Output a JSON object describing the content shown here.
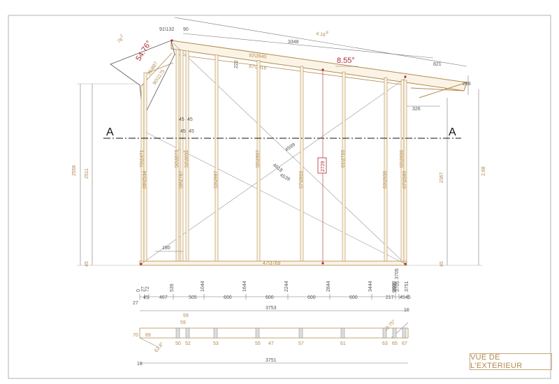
{
  "view_label": "VUE DE L'EXTERIEUR",
  "section_marker": "A",
  "roof": {
    "top_length": "4.16",
    "top_length_sup": "9",
    "overhang_left": "90",
    "run": "3348",
    "overhang_right": "821",
    "rafter_spec": "92\\3940",
    "lower_rafter_spec": "87\\3916",
    "angle": "8.55°",
    "height_left": "222",
    "fascia_height": "268",
    "fascia_inset": "326"
  },
  "gable": {
    "tip_dim": "76",
    "tip_sup": "2",
    "angle": "54.76°",
    "tip_spec": "91\\132",
    "piece_a": "95\\887",
    "piece_b": "90\\1175"
  },
  "studs": [
    {
      "name": "stud-70",
      "spec": "70\\2471"
    },
    {
      "name": "stud-69",
      "spec": "69\\2534"
    },
    {
      "name": "stud-50",
      "spec": "50\\3073"
    },
    {
      "name": "stud-59",
      "spec": "59\\2787"
    },
    {
      "name": "stud-52",
      "spec": "52\\3052"
    },
    {
      "name": "stud-53",
      "spec": "53\\2997"
    },
    {
      "name": "stud-55",
      "spec": "55\\2907"
    },
    {
      "name": "stud-57",
      "spec": "57\\2816"
    },
    {
      "name": "stud-61",
      "spec": "61\\2726"
    },
    {
      "name": "stud-63",
      "spec": "63\\2636"
    },
    {
      "name": "stud-65",
      "spec": "65\\2606"
    },
    {
      "name": "stud-67",
      "spec": "67\\2595"
    }
  ],
  "diagonals": [
    "4599",
    "4618",
    "4539"
  ],
  "center_mark": "2729",
  "header_small": [
    "45",
    "45",
    "45",
    "45"
  ],
  "bottom_plate": "47\\3769",
  "opening_width": "180",
  "heights_left": {
    "outer": "2556",
    "inner": "2511",
    "base": "45"
  },
  "heights_right": {
    "inner": "2367",
    "outer": "2.68",
    "base": "45"
  },
  "right_post_tags": [
    "3705",
    "3660"
  ],
  "cumulative": [
    "0",
    "27",
    "72",
    "539",
    "1044",
    "1644",
    "2244",
    "2844",
    "3444",
    "3660",
    "3705",
    "3751"
  ],
  "spacing": [
    "45",
    "467",
    "505",
    "600",
    "600",
    "600",
    "600",
    "217",
    "45",
    "45"
  ],
  "spacing_extras": [
    "27"
  ],
  "total_width": "3753",
  "right_offset": "16",
  "plan": {
    "labels_top": [
      "59",
      "59"
    ],
    "left_tags": [
      "70",
      "69"
    ],
    "angle_left": "62.8°",
    "angle_right": "83.75°",
    "stud_ids": [
      "50",
      "52",
      "53",
      "55",
      "47",
      "57",
      "61",
      "63",
      "65",
      "67"
    ],
    "bottom_left": "18",
    "bottom_total": "3751"
  }
}
